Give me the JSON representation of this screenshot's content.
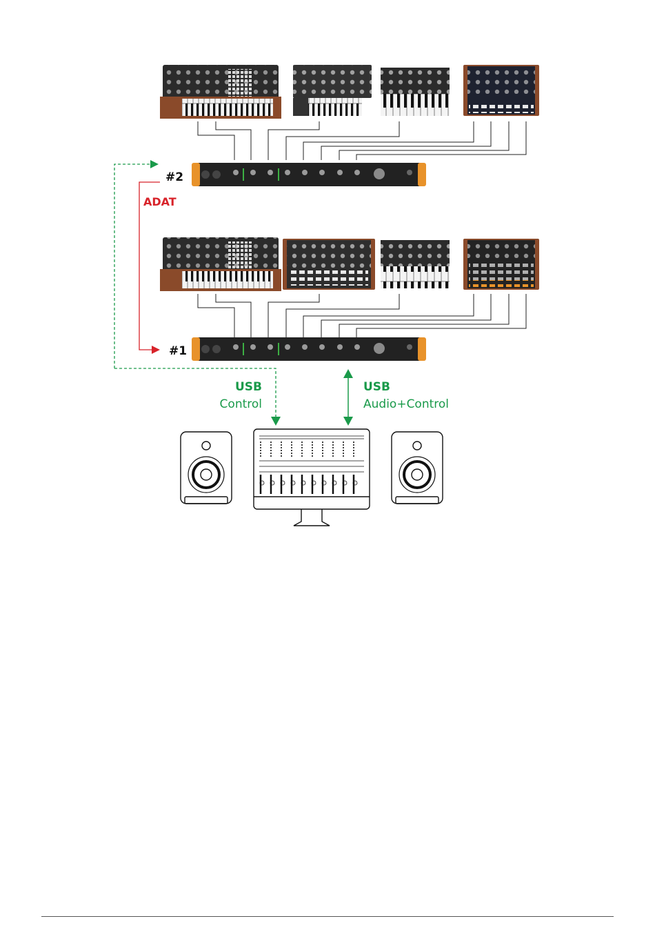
{
  "labels": {
    "unit2": "#2",
    "unit1": "#1",
    "adat": "ADAT",
    "usb_left_title": "USB",
    "usb_left_sub": "Control",
    "usb_right_title": "USB",
    "usb_right_sub": "Audio+Control"
  },
  "colors": {
    "green": "#1a9a4a",
    "red": "#d8232a",
    "orange": "#e8922a",
    "device_dark": "#2b2b2b",
    "wood": "#8a4a2a",
    "line": "#222222"
  },
  "icons": {
    "top_row": [
      "modular-synth-icon",
      "analog-synth-icon",
      "mono-synth-icon",
      "drum-machine-icon"
    ],
    "bottom_row": [
      "modular-synth-icon",
      "polyphonic-synth-icon",
      "mono-synth-icon",
      "groovebox-icon"
    ],
    "interfaces": [
      "audio-interface-icon",
      "audio-interface-icon"
    ],
    "studio": [
      "studio-monitor-icon",
      "computer-monitor-icon",
      "studio-monitor-icon"
    ]
  }
}
